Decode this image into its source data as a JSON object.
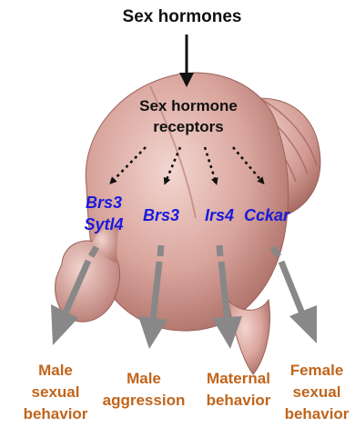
{
  "title": "Sex hormones",
  "receptors": {
    "line1": "Sex hormone",
    "line2": "receptors"
  },
  "genes": [
    {
      "lines": [
        "Brs3",
        "Sytl4"
      ]
    },
    {
      "lines": [
        "Brs3"
      ]
    },
    {
      "lines": [
        "Irs4"
      ]
    },
    {
      "lines": [
        "Cckar"
      ]
    }
  ],
  "behaviors": [
    {
      "lines": [
        "Male",
        "sexual",
        "behavior"
      ]
    },
    {
      "lines": [
        "Male",
        "aggression"
      ]
    },
    {
      "lines": [
        "Maternal",
        "behavior"
      ]
    },
    {
      "lines": [
        "Female",
        "sexual",
        "behavior"
      ]
    }
  ],
  "colors": {
    "brain": "#d7a39c",
    "gene_text": "#1a1adc",
    "behavior_text": "#c0651c",
    "arrow": "#888888"
  }
}
